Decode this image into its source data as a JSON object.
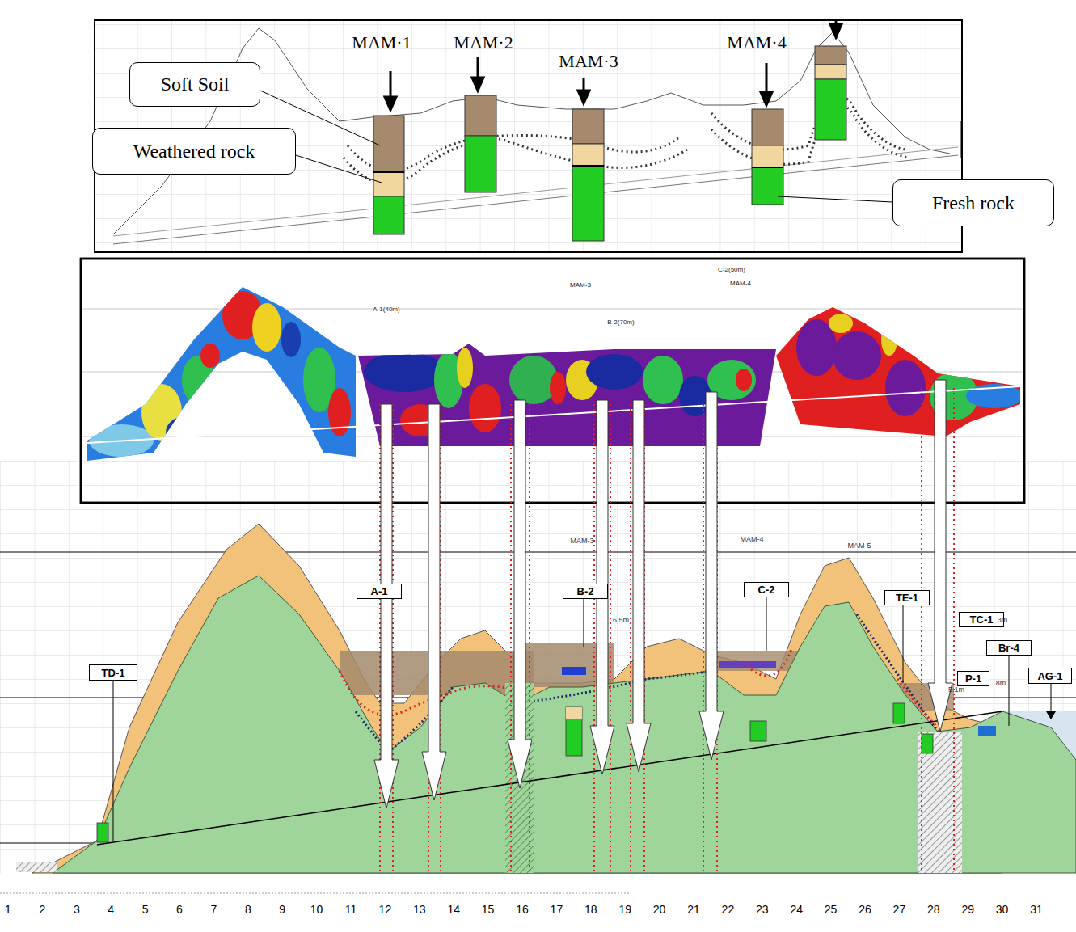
{
  "diagram": {
    "nodes": [
      {
        "text": [
          "Soft Soil"
        ]
      },
      {
        "text": [
          "Weathered rock"
        ]
      },
      {
        "text": [
          "Fresh rock"
        ]
      },
      {
        "text": [
          "TD-1"
        ]
      },
      {
        "text": [
          "A-1"
        ]
      },
      {
        "text": [
          "B-2"
        ]
      },
      {
        "text": [
          "C-2"
        ]
      },
      {
        "text": [
          "TE-1"
        ]
      },
      {
        "text": [
          "TC-1"
        ]
      },
      {
        "text": [
          "P-1"
        ]
      },
      {
        "text": [
          "Br-4"
        ]
      },
      {
        "text": [
          "AG-1"
        ]
      }
    ],
    "labels": [
      "MAM·1",
      "MAM·2",
      "MAM·3",
      "MAM·4",
      "A-1(40m)",
      "MAM-3",
      "B-2(70m)",
      "C-2(50m)",
      "MAM-4",
      "MAM-3",
      "MAM-4",
      "MAM-5",
      "6.5m",
      "3m",
      "8m",
      "5.1m",
      "1",
      "2",
      "3",
      "4",
      "5",
      "6",
      "7",
      "8",
      "9",
      "10",
      "11",
      "12",
      "13",
      "14",
      "15",
      "16",
      "17",
      "18",
      "19",
      "20",
      "21",
      "22",
      "23",
      "24",
      "25",
      "26",
      "27",
      "28",
      "29",
      "30",
      "31"
    ]
  }
}
